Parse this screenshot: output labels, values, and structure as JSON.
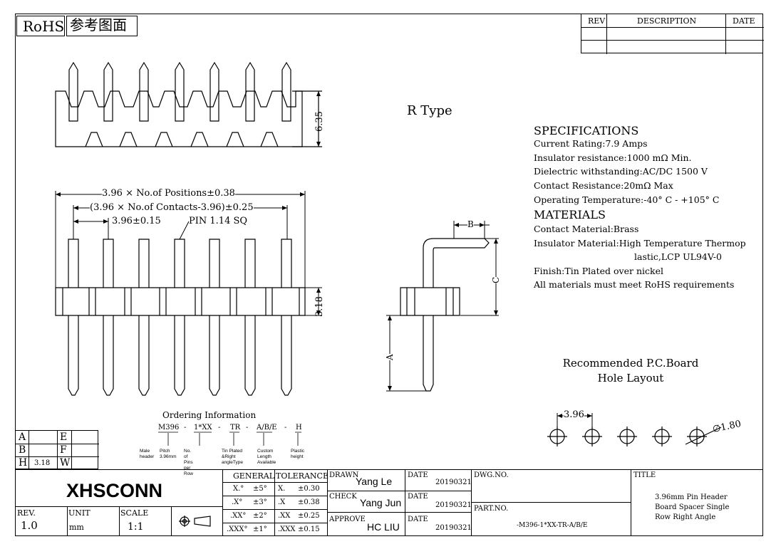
{
  "badges": {
    "rohs": "RoHS",
    "ref": "参考图面"
  },
  "rev_table": {
    "rev": "REV",
    "description": "DESCRIPTION",
    "date": "DATE"
  },
  "view": {
    "r_type": "R Type"
  },
  "dims": {
    "height_635": "6.35",
    "height_318": "3.18",
    "overall": "3.96 × No.of Positions±0.38",
    "contacts": "(3.96 × No.of Contacts-3.96)±0.25",
    "pitch": "3.96±0.15",
    "pin": "PIN 1.14 SQ",
    "b": "B",
    "c": "C",
    "a": "A",
    "pcb_pitch": "3.96",
    "pcb_hole": "∅1.80"
  },
  "specs": {
    "title": "SPECIFICATIONS",
    "lines": [
      "Current Rating:7.9 Amps",
      "Insulator resistance:1000 mΩ  Min.",
      "Dielectric withstanding:AC/DC 1500 V",
      "Contact Resistance:20mΩ  Max",
      "Operating Temperature:-40° C - +105° C"
    ]
  },
  "materials": {
    "title": "MATERIALS",
    "lines": [
      "Contact Material:Brass",
      "Insulator Material:High Temperature Thermop",
      "lastic,LCP UL94V-0",
      "Finish:Tin Plated over nickel",
      "All materials must meet RoHS requirements"
    ]
  },
  "pcb": {
    "line1": "Recommended P.C.Board",
    "line2": "Hole Layout"
  },
  "ordering": {
    "title": "Ordering Information",
    "codes": [
      "M396",
      "-",
      "1*XX",
      "-",
      "TR",
      "-",
      "A/B/E",
      "-",
      "H"
    ],
    "notes": [
      [
        "Male",
        "header"
      ],
      [
        "Pitch",
        "3.96mm"
      ],
      [
        "No. of Pins",
        "per Row"
      ],
      [
        "Tin Plated",
        "&Right",
        "angleType"
      ],
      [
        "Custom",
        "Length",
        "Available"
      ],
      [
        "Plastic",
        "height"
      ]
    ]
  },
  "abe_table": {
    "rows": [
      [
        "A",
        "",
        "E",
        ""
      ],
      [
        "B",
        "",
        "F",
        ""
      ],
      [
        "H",
        "3.18",
        "W",
        ""
      ]
    ]
  },
  "titleblock": {
    "company": "XHSCONN",
    "general": "GENERAL",
    "tolerance": "TOLERANCE",
    "tol_rows": [
      [
        "X.°",
        "±5°",
        "X.",
        "±0.30"
      ],
      [
        ".X°",
        "±3°",
        ".X",
        "±0.38"
      ],
      [
        ".XX°",
        "±2°",
        ".XX",
        "±0.25"
      ],
      [
        ".XXX°",
        "±1°",
        ".XXX",
        "±0.15"
      ]
    ],
    "drawn_label": "DRAWN",
    "drawn": "Yang Le",
    "check_label": "CHECK",
    "check": "Yang Jun",
    "approve_label": "APPROVE",
    "approve": "HC LIU",
    "date_label": "DATE",
    "date": "20190321",
    "dwg_no_label": "DWG.NO.",
    "part_no_label": "PART.NO.",
    "part_no": "-M396-1*XX-TR-A/B/E",
    "title_label": "TITLE",
    "title_lines": [
      "3.96mm Pin Header",
      "Board Spacer Single",
      "Row Right Angle"
    ],
    "rev_label": "REV.",
    "rev": "1.0",
    "unit_label": "UNIT",
    "unit": "mm",
    "scale_label": "SCALE",
    "scale": "1:1"
  }
}
